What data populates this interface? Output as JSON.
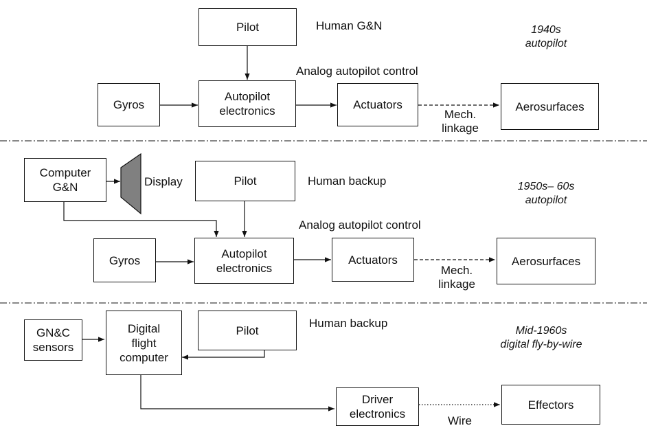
{
  "panel_1940s": {
    "era_label": "1940s\nautopilot",
    "pilot": "Pilot",
    "human_role": "Human G&N",
    "control_mode": "Analog autopilot control",
    "gyros": "Gyros",
    "autopilot": "Autopilot\nelectronics",
    "actuators": "Actuators",
    "aerosurfaces": "Aerosurfaces",
    "linkage": "Mech.\nlinkage"
  },
  "panel_1950s": {
    "era_label": "1950s– 60s\nautopilot",
    "computer": "Computer\nG&N",
    "display": "Display",
    "pilot": "Pilot",
    "human_role": "Human backup",
    "control_mode": "Analog autopilot control",
    "gyros": "Gyros",
    "autopilot": "Autopilot\nelectronics",
    "actuators": "Actuators",
    "aerosurfaces": "Aerosurfaces",
    "linkage": "Mech.\nlinkage"
  },
  "panel_1960s": {
    "era_label": "Mid-1960s\ndigital fly-by-wire",
    "sensors": "GN&C\nsensors",
    "flight_computer": "Digital\nflight\ncomputer",
    "pilot": "Pilot",
    "human_role": "Human backup",
    "driver": "Driver\nelectronics",
    "effectors": "Effectors",
    "wire": "Wire"
  },
  "colors": {
    "line": "#111111",
    "display_fill": "#808080"
  }
}
